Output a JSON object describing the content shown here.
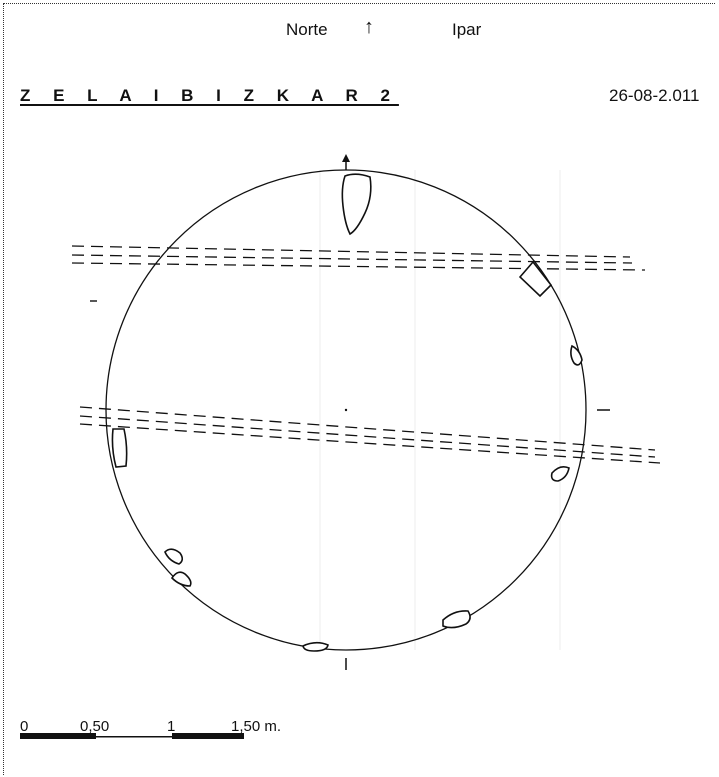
{
  "header": {
    "north": "Norte",
    "ipar": "Ipar",
    "arrow": "↑"
  },
  "title": "Z E L A I B I Z K A R   2",
  "date": "26-08-2.011",
  "scale": {
    "labels": [
      "0",
      "0,50",
      "1",
      "1,50 m."
    ]
  },
  "colors": {
    "ink": "#111111",
    "background": "#ffffff"
  }
}
